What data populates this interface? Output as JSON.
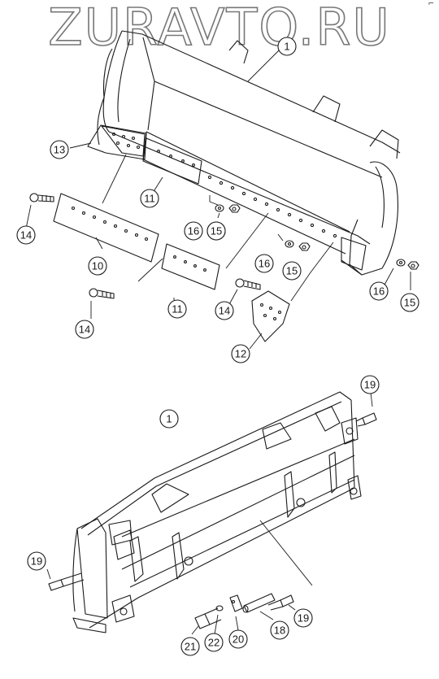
{
  "watermark": {
    "text": "ZURAVTO.RU"
  },
  "corner_mark": "⌐",
  "callouts": {
    "c1_top": "1",
    "c13": "13",
    "c11_a": "11",
    "c14_a": "14",
    "c16_a": "16",
    "c15_a": "15",
    "c10": "10",
    "c16_b": "16",
    "c15_b": "15",
    "c16_c": "16",
    "c15_c": "15",
    "c11_b": "11",
    "c14_b": "14",
    "c14_c": "14",
    "c12": "12",
    "c1_bottom": "1",
    "c19_a": "19",
    "c19_b": "19",
    "c19_c": "19",
    "c21": "21",
    "c22": "22",
    "c20": "20",
    "c18": "18"
  },
  "colors": {
    "line": "#1a1a1a",
    "paper": "#ffffff"
  }
}
